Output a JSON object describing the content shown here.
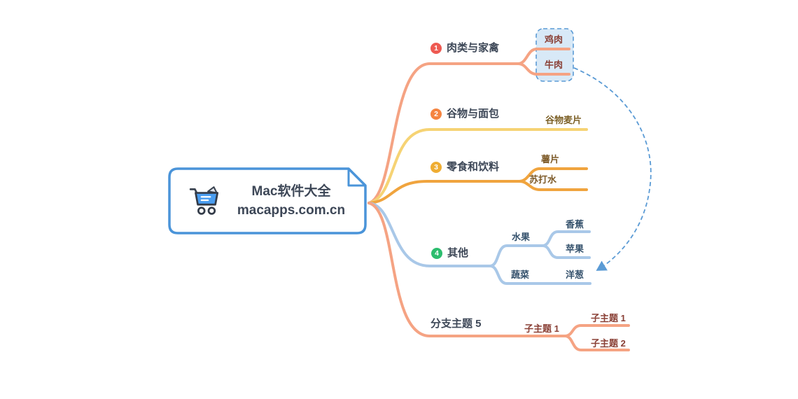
{
  "central": {
    "icon": "shopping-cart",
    "line1": "Mac软件大全",
    "line2": "macapps.com.cn"
  },
  "branches": {
    "b1": {
      "badge": "1",
      "label": "肉类与家禽"
    },
    "b2": {
      "badge": "2",
      "label": "谷物与面包"
    },
    "b3": {
      "badge": "3",
      "label": "零食和饮料"
    },
    "b4": {
      "badge": "4",
      "label": "其他"
    },
    "b5": {
      "label": "分支主题 5"
    }
  },
  "children": {
    "chicken": "鸡肉",
    "beef": "牛肉",
    "cereal": "谷物麦片",
    "chips": "薯片",
    "soda": "苏打水",
    "fruit": "水果",
    "banana": "香蕉",
    "apple": "苹果",
    "vegetable": "蔬菜",
    "onion": "洋葱",
    "subtopic1_mid": "子主题 1",
    "subtopic1": "子主题 1",
    "subtopic2": "子主题 2"
  },
  "colors": {
    "branch1_line": "#f5a383",
    "branch2_line": "#f6d374",
    "branch3_line": "#f0a43e",
    "branch4_line": "#a9c8e8",
    "branch5_line": "#f5a383",
    "badge1": "#ee5a52",
    "badge2": "#f58440",
    "badge3": "#efad33",
    "badge4": "#2cbd6e",
    "node_border": "#4a94d9",
    "group_fill": "#d8e9f7",
    "group_border": "#5b9bd5",
    "relationship": "#5b9bd5",
    "title_text": "#3d4757"
  }
}
